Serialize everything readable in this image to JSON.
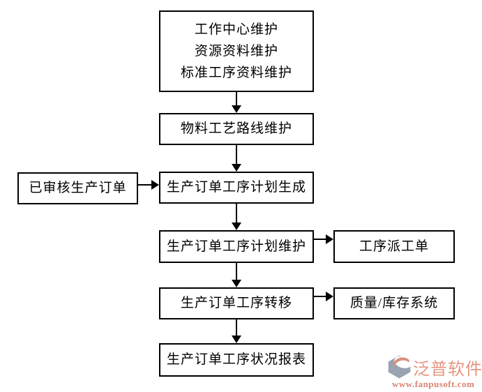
{
  "canvas": {
    "background": "#ffffff",
    "stroke_color": "#000000"
  },
  "flowchart": {
    "nodes": {
      "master": {
        "lines": [
          "工作中心维护",
          "资源资料维护",
          "标准工序资料维护"
        ]
      },
      "routing": {
        "text": "物料工艺路线维护"
      },
      "audited": {
        "text": "已审核生产订单"
      },
      "plangen": {
        "text": "生产订单工序计划生成"
      },
      "planmaint": {
        "text": "生产订单工序计划维护"
      },
      "dispatch": {
        "text": "工序派工单"
      },
      "transfer": {
        "text": "生产订单工序转移"
      },
      "quality": {
        "text": "质量/库存系统"
      },
      "report": {
        "text": "生产订单工序状况报表"
      }
    },
    "edges": [
      {
        "from": "master",
        "to": "routing",
        "direction": "down"
      },
      {
        "from": "routing",
        "to": "plangen",
        "direction": "down"
      },
      {
        "from": "audited",
        "to": "plangen",
        "direction": "right"
      },
      {
        "from": "plangen",
        "to": "planmaint",
        "direction": "down"
      },
      {
        "from": "planmaint",
        "to": "dispatch",
        "direction": "right"
      },
      {
        "from": "planmaint",
        "to": "transfer",
        "direction": "down"
      },
      {
        "from": "transfer",
        "to": "quality",
        "direction": "right"
      },
      {
        "from": "transfer",
        "to": "report",
        "direction": "down"
      }
    ]
  },
  "logo": {
    "icon_name": "fanpu-hexagon-logo-icon",
    "brand": "泛普软件",
    "url": "www.fanpusoft.com",
    "brand_color": "#e5947e",
    "url_color": "#d98472",
    "icon_primary_color": "#9aa3b2",
    "icon_accent_color": "#d8907c"
  }
}
